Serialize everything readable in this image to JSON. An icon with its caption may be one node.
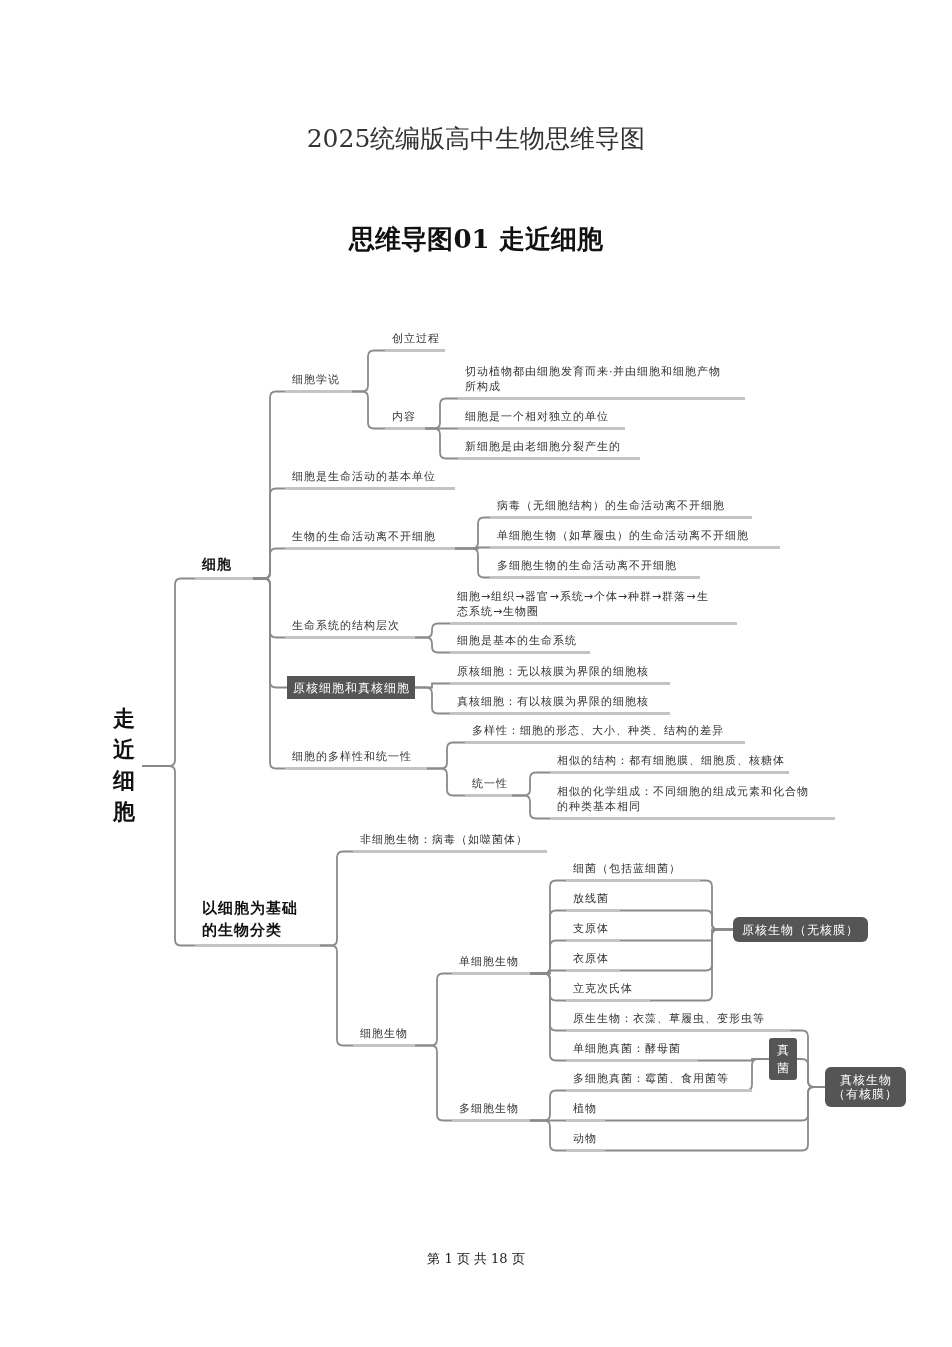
{
  "diagram": {
    "title": "2025统编版高中生物思维导图",
    "nodes": [
      {
        "text": [
          "走近细胞"
        ]
      },
      {
        "text": [
          "细胞"
        ]
      },
      {
        "text": [
          "细胞学说"
        ]
      },
      {
        "text": [
          "创立过程"
        ]
      },
      {
        "text": [
          "内容"
        ]
      },
      {
        "text": [
          "切动植物都由细胞发育而来·并由细胞和细胞产物所构成"
        ]
      },
      {
        "text": [
          "细胞是一个相对独立的单位"
        ]
      },
      {
        "text": [
          "新细胞是由老细胞分裂产生的"
        ]
      },
      {
        "text": [
          "细胞是生命活动的基本单位"
        ]
      },
      {
        "text": [
          "生物的生命活动离不开细胞"
        ]
      },
      {
        "text": [
          "病毒（无细胞结构）的生命活动离不开细胞"
        ]
      },
      {
        "text": [
          "单细胞生物（如草履虫）的生命活动离不开细胞"
        ]
      },
      {
        "text": [
          "多细胞生物的生命活动离不开细胞"
        ]
      },
      {
        "text": [
          "生命系统的结构层次"
        ]
      },
      {
        "text": [
          "细胞→组织→器官→系统→个体→种群→群落→生态系统→生物圈"
        ]
      },
      {
        "text": [
          "细胞是基本的生命系统"
        ]
      },
      {
        "text": [
          "原核细胞和真核细胞"
        ]
      },
      {
        "text": [
          "原核细胞：无以核膜为界限的细胞核"
        ]
      },
      {
        "text": [
          "真核细胞：有以核膜为界限的细胞核"
        ]
      },
      {
        "text": [
          "细胞的多样性和统一性"
        ]
      },
      {
        "text": [
          "多样性：细胞的形态、大小、种类、结构的差异"
        ]
      },
      {
        "text": [
          "统一性"
        ]
      },
      {
        "text": [
          "相似的结构：都有细胞膜、细胞质、核糖体"
        ]
      },
      {
        "text": [
          "相似的化学组成：不同细胞的组成元素和化合物的种类基本相同"
        ]
      },
      {
        "text": [
          "以细胞为基础的生物分类"
        ]
      },
      {
        "text": [
          "非细胞生物：病毒（如噬菌体）"
        ]
      },
      {
        "text": [
          "细胞生物"
        ]
      },
      {
        "text": [
          "单细胞生物"
        ]
      },
      {
        "text": [
          "多细胞生物"
        ]
      },
      {
        "text": [
          "细菌（包括蓝细菌）"
        ]
      },
      {
        "text": [
          "放线菌"
        ]
      },
      {
        "text": [
          "支原体"
        ]
      },
      {
        "text": [
          "衣原体"
        ]
      },
      {
        "text": [
          "立克次氏体"
        ]
      },
      {
        "text": [
          "原生生物：衣藻、草履虫、变形虫等"
        ]
      },
      {
        "text": [
          "单细胞真菌：酵母菌"
        ]
      },
      {
        "text": [
          "多细胞真菌：霉菌、食用菌等"
        ]
      },
      {
        "text": [
          "植物"
        ]
      },
      {
        "text": [
          "动物"
        ]
      },
      {
        "text": [
          "原核生物（无核膜）"
        ]
      },
      {
        "text": [
          "真菌"
        ]
      },
      {
        "text": [
          "真核生物（有核膜）"
        ]
      }
    ],
    "edges": [
      {
        "from": 0,
        "to": 1,
        "arrow": "none"
      },
      {
        "from": 0,
        "to": 24,
        "arrow": "none"
      },
      {
        "from": 1,
        "to": 2,
        "arrow": "none"
      },
      {
        "from": 1,
        "to": 8,
        "arrow": "none"
      },
      {
        "from": 1,
        "to": 9,
        "arrow": "none"
      },
      {
        "from": 1,
        "to": 13,
        "arrow": "none"
      },
      {
        "from": 1,
        "to": 16,
        "arrow": "none"
      },
      {
        "from": 1,
        "to": 19,
        "arrow": "none"
      },
      {
        "from": 2,
        "to": 3,
        "arrow": "none"
      },
      {
        "from": 2,
        "to": 4,
        "arrow": "none"
      },
      {
        "from": 4,
        "to": 5,
        "arrow": "none"
      },
      {
        "from": 4,
        "to": 6,
        "arrow": "none"
      },
      {
        "from": 4,
        "to": 7,
        "arrow": "none"
      },
      {
        "from": 9,
        "to": 10,
        "arrow": "none"
      },
      {
        "from": 9,
        "to": 11,
        "arrow": "none"
      },
      {
        "from": 9,
        "to": 12,
        "arrow": "none"
      },
      {
        "from": 13,
        "to": 14,
        "arrow": "none"
      },
      {
        "from": 13,
        "to": 15,
        "arrow": "none"
      },
      {
        "from": 16,
        "to": 17,
        "arrow": "none"
      },
      {
        "from": 16,
        "to": 18,
        "arrow": "none"
      },
      {
        "from": 19,
        "to": 20,
        "arrow": "none"
      },
      {
        "from": 19,
        "to": 21,
        "arrow": "none"
      },
      {
        "from": 21,
        "to": 22,
        "arrow": "none"
      },
      {
        "from": 21,
        "to": 23,
        "arrow": "none"
      },
      {
        "from": 24,
        "to": 25,
        "arrow": "none"
      },
      {
        "from": 24,
        "to": 26,
        "arrow": "none"
      },
      {
        "from": 26,
        "to": 27,
        "arrow": "none"
      },
      {
        "from": 26,
        "to": 28,
        "arrow": "none"
      },
      {
        "from": 27,
        "to": 29,
        "arrow": "none"
      },
      {
        "from": 27,
        "to": 30,
        "arrow": "none"
      },
      {
        "from": 27,
        "to": 31,
        "arrow": "none"
      },
      {
        "from": 27,
        "to": 32,
        "arrow": "none"
      },
      {
        "from": 27,
        "to": 33,
        "arrow": "none"
      },
      {
        "from": 27,
        "to": 34,
        "arrow": "none"
      },
      {
        "from": 27,
        "to": 35,
        "arrow": "none"
      },
      {
        "from": 28,
        "to": 36,
        "arrow": "none"
      },
      {
        "from": 28,
        "to": 37,
        "arrow": "none"
      },
      {
        "from": 28,
        "to": 38,
        "arrow": "none"
      },
      {
        "from": 39,
        "to": 29,
        "arrow": "none"
      },
      {
        "from": 39,
        "to": 30,
        "arrow": "none"
      },
      {
        "from": 39,
        "to": 31,
        "arrow": "none"
      },
      {
        "from": 39,
        "to": 32,
        "arrow": "none"
      },
      {
        "from": 39,
        "to": 33,
        "arrow": "none"
      },
      {
        "from": 40,
        "to": 35,
        "arrow": "none"
      },
      {
        "from": 40,
        "to": 36,
        "arrow": "none"
      },
      {
        "from": 41,
        "to": 34,
        "arrow": "none"
      },
      {
        "from": 41,
        "to": 40,
        "arrow": "none"
      },
      {
        "from": 41,
        "to": 37,
        "arrow": "none"
      },
      {
        "from": 41,
        "to": 38,
        "arrow": "none"
      }
    ],
    "labels": [
      "思维导图01 走近细胞",
      "第 1 页 共 18 页"
    ]
  }
}
